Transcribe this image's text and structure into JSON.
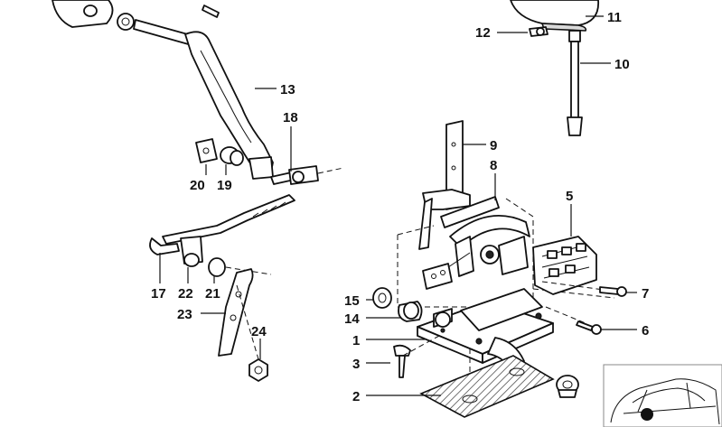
{
  "callouts": [
    {
      "id": "c1",
      "label": "1"
    },
    {
      "id": "c2",
      "label": "2"
    },
    {
      "id": "c3",
      "label": "3"
    },
    {
      "id": "c5",
      "label": "5"
    },
    {
      "id": "c6",
      "label": "6"
    },
    {
      "id": "c7",
      "label": "7"
    },
    {
      "id": "c8",
      "label": "8"
    },
    {
      "id": "c9",
      "label": "9"
    },
    {
      "id": "c10",
      "label": "10"
    },
    {
      "id": "c11",
      "label": "11"
    },
    {
      "id": "c12",
      "label": "12"
    },
    {
      "id": "c13",
      "label": "13"
    },
    {
      "id": "c14",
      "label": "14"
    },
    {
      "id": "c15",
      "label": "15"
    },
    {
      "id": "c17",
      "label": "17"
    },
    {
      "id": "c18",
      "label": "18"
    },
    {
      "id": "c19",
      "label": "19"
    },
    {
      "id": "c20",
      "label": "20"
    },
    {
      "id": "c21",
      "label": "21"
    },
    {
      "id": "c22",
      "label": "22"
    },
    {
      "id": "c23",
      "label": "23"
    },
    {
      "id": "c24",
      "label": "24"
    }
  ],
  "colors": {
    "line": "#111111",
    "background": "#ffffff",
    "marker_dot": "#111111"
  }
}
